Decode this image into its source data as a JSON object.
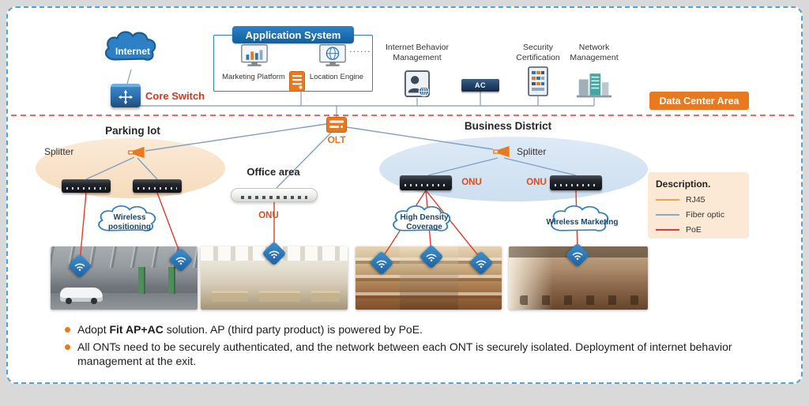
{
  "header": {
    "internet": "Internet",
    "core_switch": "Core Switch",
    "app_system": {
      "title": "Application System",
      "marketing": "Marketing Platform",
      "location": "Location Engine",
      "dots": "......"
    },
    "behavior_mgmt": "Internet Behavior Management",
    "ac": "AC",
    "security": "Security Certification",
    "network_mgmt": "Network Management",
    "data_center": "Data Center Area"
  },
  "access": {
    "olt": "OLT",
    "parking": {
      "title": "Parking lot",
      "splitter": "Splitter",
      "cloud": "Wireless positioning"
    },
    "office": {
      "title": "Office area",
      "onu": "ONU"
    },
    "business": {
      "title": "Business District",
      "splitter": "Splitter",
      "onu_left": "ONU",
      "onu_right": "ONU",
      "cloud_left": "High Density Coverage",
      "cloud_right": "Wireless Marketing"
    }
  },
  "legend": {
    "title": "Description.",
    "rj45": "RJ45",
    "fiber": "Fiber optic",
    "poe": "PoE"
  },
  "notes": {
    "n1_pre": "Adopt ",
    "n1_bold": "Fit AP+AC",
    "n1_post": " solution. AP (third party product) is powered by PoE.",
    "n2": "All ONTs need to be securely authenticated, and the network between each ONT is securely isolated. Deployment of internet behavior management at the exit."
  },
  "colors": {
    "accent_orange": "#E8791E",
    "accent_red": "#E23B2E",
    "fiber_blue": "#7FA0C4",
    "rj45_orange": "#F0A24B",
    "brand_blue": "#2E7FC1",
    "zone_parking": "#F9E2CB",
    "zone_business": "#D9E7F4"
  }
}
